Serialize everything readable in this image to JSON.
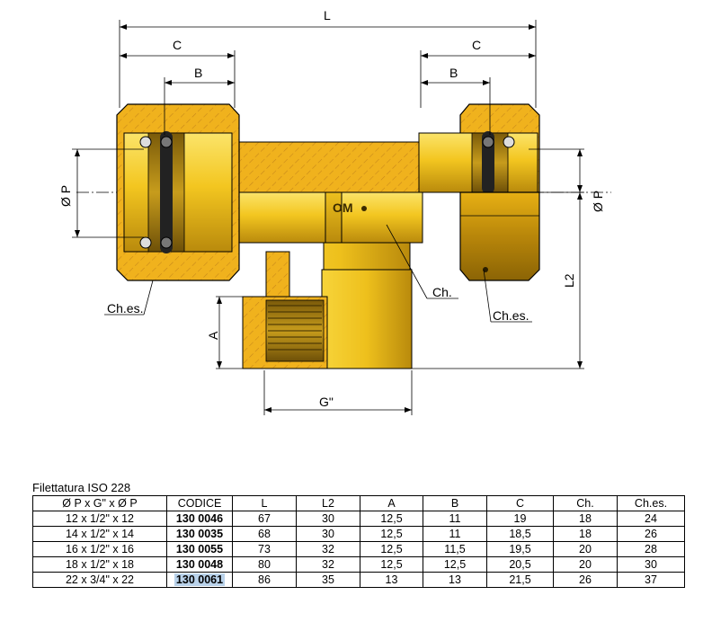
{
  "drawing": {
    "dim_labels": {
      "L": "L",
      "C_left": "C",
      "C_right": "C",
      "B_left": "B",
      "B_right": "B",
      "P_left": "Ø P",
      "P_right": "Ø P",
      "L2": "L2",
      "A": "A",
      "G": "G\"",
      "ch": "Ch.",
      "ches_left": "Ch.es.",
      "ches_right": "Ch.es."
    },
    "brand_mark": "OM",
    "colors": {
      "brass_light": "#f6d23a",
      "brass_mid": "#e6b010",
      "brass_dark": "#a0740a",
      "section_fill": "#f2b21e",
      "hatch": "#c8891a",
      "oring": "#222222"
    }
  },
  "table": {
    "caption": "Filettatura ISO 228",
    "headers": [
      "Ø P x G\" x Ø P",
      "CODICE",
      "L",
      "L2",
      "A",
      "B",
      "C",
      "Ch.",
      "Ch.es."
    ],
    "rows": [
      [
        "12 x 1/2\" x 12",
        "130 0046",
        "67",
        "30",
        "12,5",
        "11",
        "19",
        "18",
        "24"
      ],
      [
        "14 x 1/2\" x 14",
        "130 0035",
        "68",
        "30",
        "12,5",
        "11",
        "18,5",
        "18",
        "26"
      ],
      [
        "16 x 1/2\" x 16",
        "130 0055",
        "73",
        "32",
        "12,5",
        "11,5",
        "19,5",
        "20",
        "28"
      ],
      [
        "18 x 1/2\" x 18",
        "130 0048",
        "80",
        "32",
        "12,5",
        "12,5",
        "20,5",
        "20",
        "30"
      ],
      [
        "22 x 3/4\" x 22",
        "130 0061",
        "86",
        "35",
        "13",
        "13",
        "21,5",
        "26",
        "37"
      ]
    ],
    "highlighted_code": "130 0061"
  }
}
